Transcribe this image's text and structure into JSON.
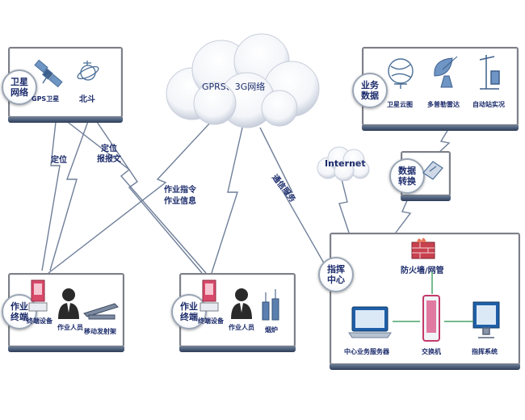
{
  "cloud_gprs": "GPRS、3G网络",
  "cloud_internet": "Internet",
  "satellite": {
    "badge": "卫星\n网络",
    "gps": "GPS卫星",
    "beidou": "北斗"
  },
  "business": {
    "badge": "业务\n数据",
    "items": [
      "卫星云图",
      "多普勒雷达",
      "自动站实况"
    ]
  },
  "data_convert": {
    "badge": "数据\n转换"
  },
  "terminal_left": {
    "badge": "作业\n终端",
    "device": "终端设备",
    "person": "作业人员",
    "launcher": "移动发射架"
  },
  "terminal_mid": {
    "badge": "作业\n终端",
    "device": "终端设备",
    "person": "作业人员",
    "stove": "烟炉"
  },
  "command": {
    "badge": "指挥\n中心",
    "firewall": "防火墙/网管",
    "server": "中心业务服务器",
    "switch": "交换机",
    "system": "指挥系统"
  },
  "links": {
    "locate": "定位",
    "locate_report": "定位\n报报文",
    "work_cmd": "作业指令\n作业信息",
    "comm_service": "通信服务"
  }
}
